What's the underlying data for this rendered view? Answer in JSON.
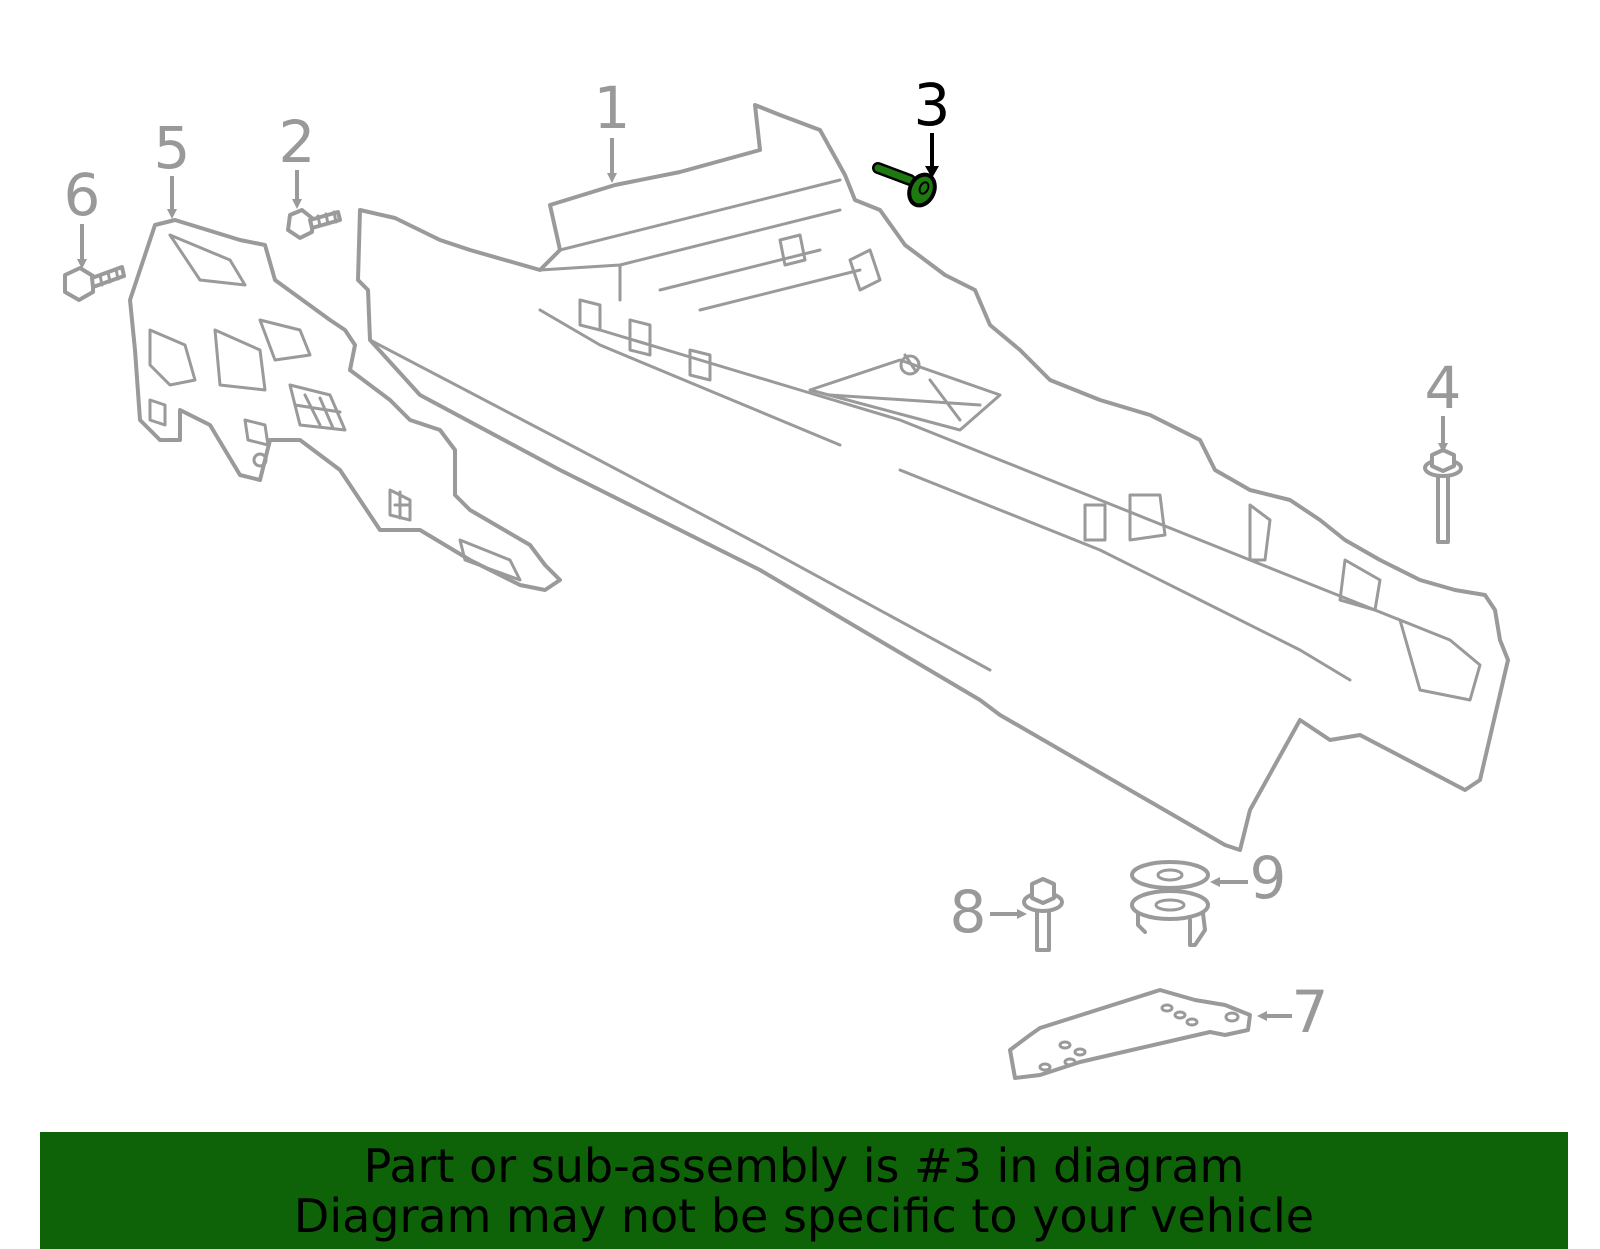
{
  "colors": {
    "part_outline": "#9a9a9a",
    "callout_gray": "#999999",
    "highlight_fill": "#1e7a10",
    "highlight_text": "#000000",
    "banner_bg": "#0e6207"
  },
  "callouts": [
    {
      "id": "1",
      "label": "1"
    },
    {
      "id": "2",
      "label": "2"
    },
    {
      "id": "3",
      "label": "3",
      "highlighted": true
    },
    {
      "id": "4",
      "label": "4"
    },
    {
      "id": "5",
      "label": "5"
    },
    {
      "id": "6",
      "label": "6"
    },
    {
      "id": "7",
      "label": "7"
    },
    {
      "id": "8",
      "label": "8"
    },
    {
      "id": "9",
      "label": "9"
    }
  ],
  "banner": {
    "line1": "Part or sub-assembly is #3 in diagram",
    "line2": "Diagram may not be specific to your vehicle"
  }
}
